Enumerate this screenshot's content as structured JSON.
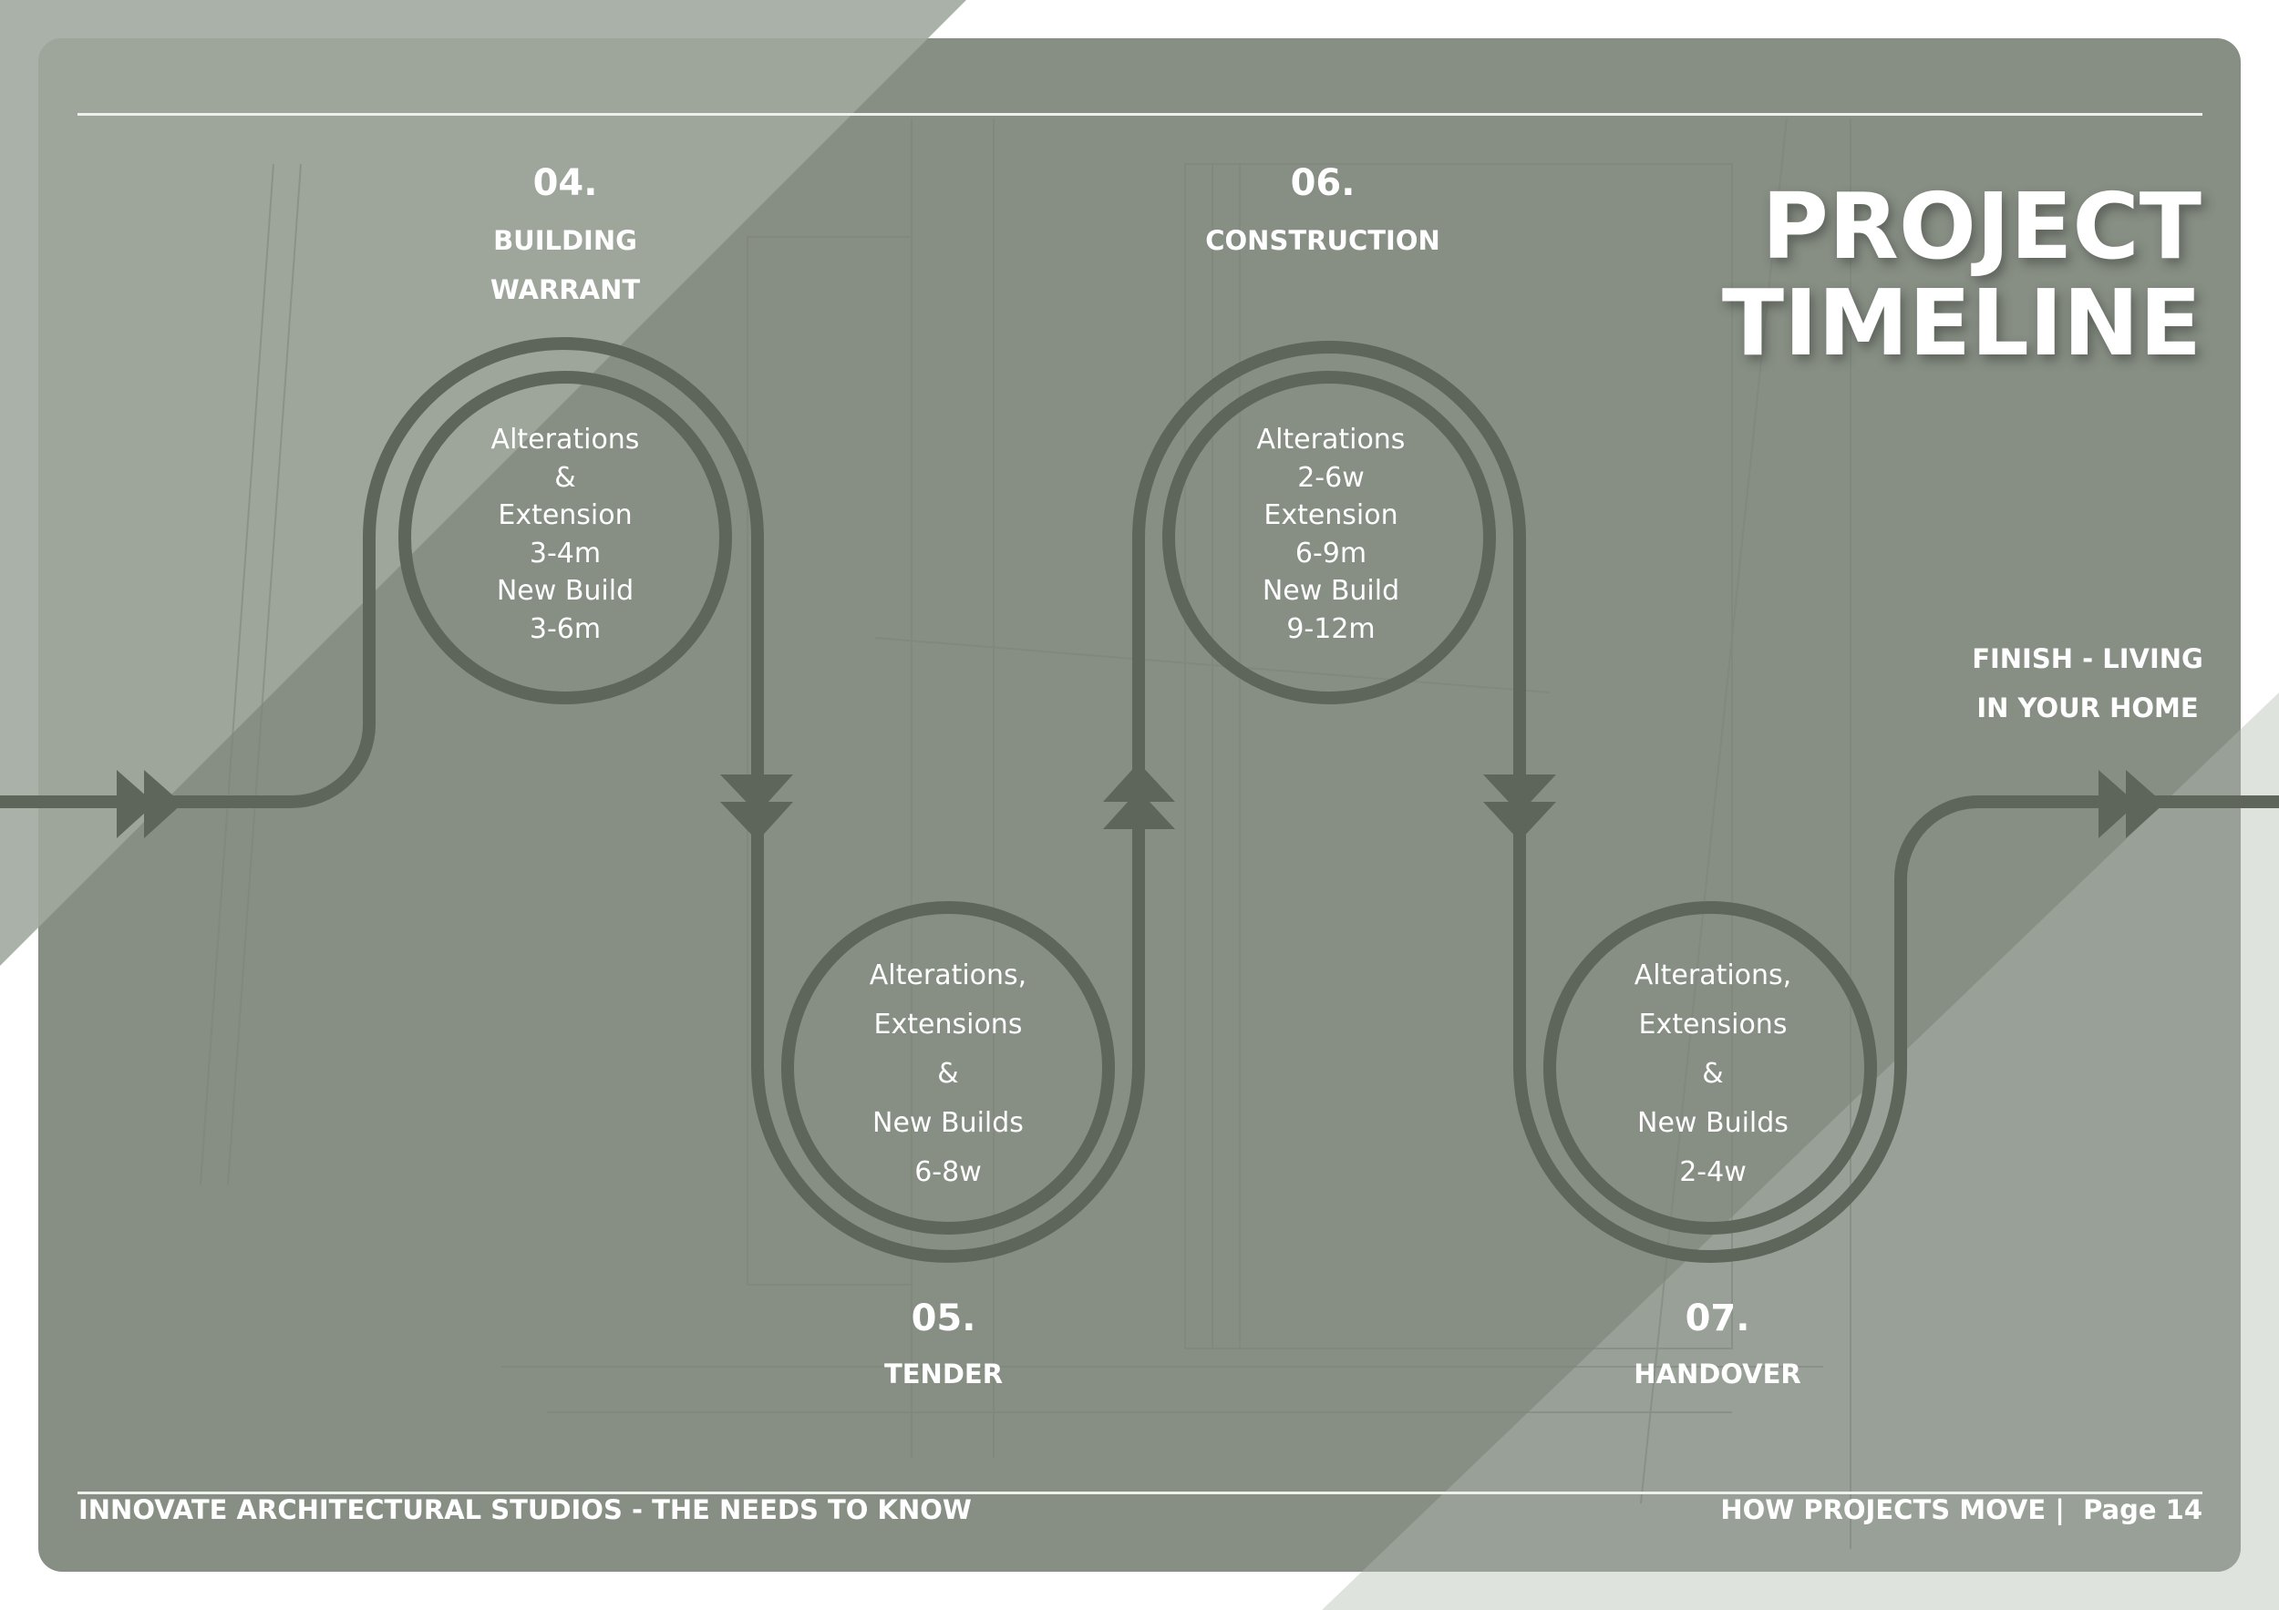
{
  "title": {
    "line1": "PROJECT",
    "line2": "TIMELINE"
  },
  "colors": {
    "panel": "#878e84",
    "path": "#5e655b",
    "text": "#ffffff",
    "rule": "#eef0ec"
  },
  "stages": [
    {
      "number": "04.",
      "name_line1": "BUILDING",
      "name_line2": "WARRANT",
      "durations": [
        "Alterations",
        "&",
        "Extension",
        "3-4m",
        "New Build",
        "3-6m"
      ]
    },
    {
      "number": "05.",
      "name_line1": "TENDER",
      "durations": [
        "Alterations,",
        "Extensions",
        "&",
        "New Builds",
        "6-8w"
      ]
    },
    {
      "number": "06.",
      "name_line1": "CONSTRUCTION",
      "durations": [
        "Alterations",
        "2-6w",
        "Extension",
        "6-9m",
        "New Build",
        "9-12m"
      ]
    },
    {
      "number": "07.",
      "name_line1": "HANDOVER",
      "durations": [
        "Alterations,",
        "Extensions",
        "&",
        "New Builds",
        "2-4w"
      ]
    }
  ],
  "finish": {
    "line1": "FINISH - LIVING",
    "line2": "IN YOUR HOME"
  },
  "footer": {
    "left": "INNOVATE ARCHITECTURAL STUDIOS - THE NEEDS TO KNOW",
    "right": "HOW PROJECTS MOVE |  Page 14"
  },
  "icons": [
    "arrow-right-icon",
    "arrow-down-icon",
    "arrow-up-icon"
  ]
}
